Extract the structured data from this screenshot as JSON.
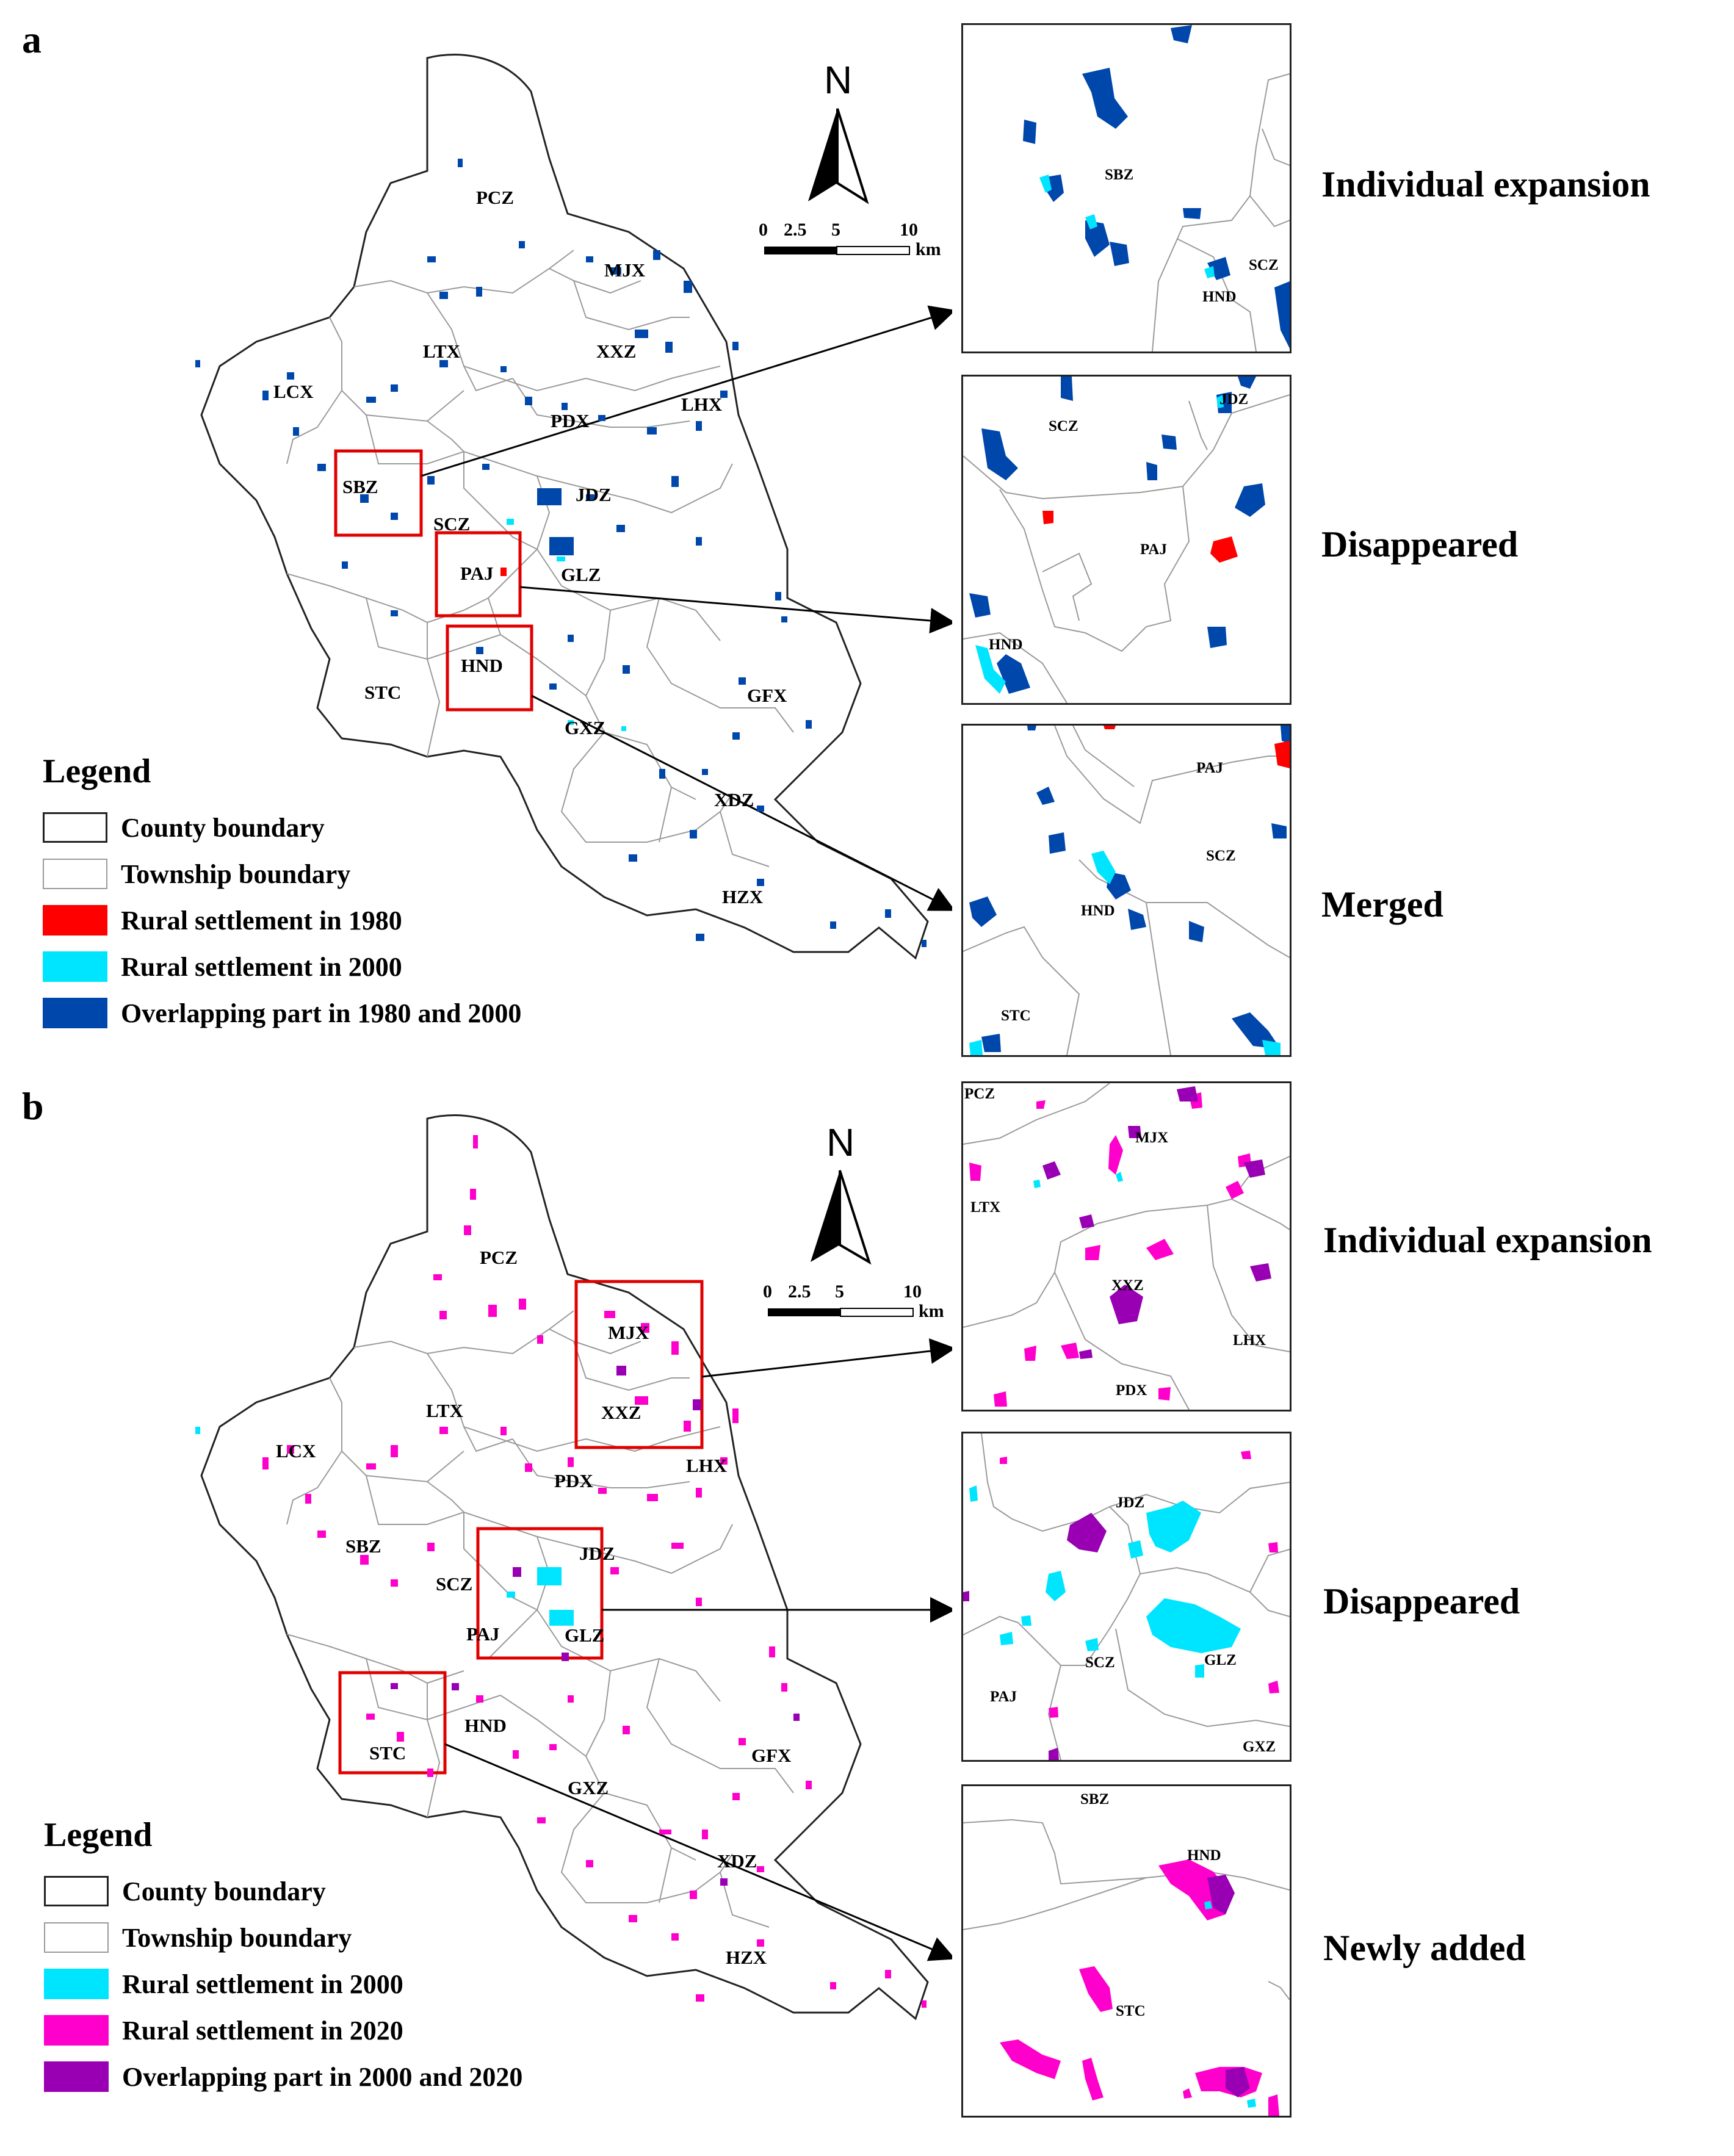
{
  "colors": {
    "rural_1980": "#ff0000",
    "rural_2000": "#00e5ff",
    "overlap_1980_2000": "#0047ab",
    "rural_2020": "#ff00cc",
    "overlap_2000_2020": "#9900b3",
    "township_boundary": "#9a9a9a",
    "county_boundary": "#222222",
    "highlight_box": "#e00000"
  },
  "north_arrow": {
    "label": "N",
    "icon": "north-arrow-icon"
  },
  "scale_bar": {
    "ticks": [
      "0",
      "2.5",
      "5",
      "10"
    ],
    "unit": "km"
  },
  "panels": [
    {
      "letter": "a",
      "townships": [
        "PCZ",
        "MJX",
        "LTX",
        "XXZ",
        "LCX",
        "LHX",
        "PDX",
        "SBZ",
        "JDZ",
        "SCZ",
        "PAJ",
        "GLZ",
        "STC",
        "HND",
        "GFX",
        "GXZ",
        "XDZ",
        "HZX"
      ],
      "legend": {
        "title": "Legend",
        "items": [
          {
            "label": "County boundary",
            "swatch": "county"
          },
          {
            "label": "Township boundary",
            "swatch": "township"
          },
          {
            "label": "Rural settlement in 1980",
            "swatch": "rural_1980"
          },
          {
            "label": "Rural settlement in 2000",
            "swatch": "rural_2000"
          },
          {
            "label": "Overlapping part in 1980 and 2000",
            "swatch": "overlap_1980_2000"
          }
        ]
      },
      "highlight_boxes": [
        "SBZ",
        "PAJ",
        "HND"
      ],
      "insets": [
        {
          "caption": "Individual expansion",
          "labels": [
            "SBZ",
            "SCZ",
            "HND"
          ]
        },
        {
          "caption": "Disappeared",
          "labels": [
            "SCZ",
            "JDZ",
            "PAJ",
            "HND"
          ]
        },
        {
          "caption": "Merged",
          "labels": [
            "PAJ",
            "SCZ",
            "HND",
            "STC"
          ]
        }
      ]
    },
    {
      "letter": "b",
      "townships": [
        "PCZ",
        "MJX",
        "LTX",
        "XXZ",
        "LCX",
        "LHX",
        "PDX",
        "SBZ",
        "JDZ",
        "SCZ",
        "PAJ",
        "GLZ",
        "STC",
        "HND",
        "GFX",
        "GXZ",
        "XDZ",
        "HZX"
      ],
      "legend": {
        "title": "Legend",
        "items": [
          {
            "label": "County boundary",
            "swatch": "county"
          },
          {
            "label": "Township boundary",
            "swatch": "township"
          },
          {
            "label": "Rural settlement in 2000",
            "swatch": "rural_2000"
          },
          {
            "label": "Rural settlement in 2020",
            "swatch": "rural_2020"
          },
          {
            "label": "Overlapping part in 2000 and 2020",
            "swatch": "overlap_2000_2020"
          }
        ]
      },
      "highlight_boxes": [
        "MJX-XXZ",
        "JDZ-GLZ",
        "STC"
      ],
      "insets": [
        {
          "caption": "Individual expansion",
          "labels": [
            "PCZ",
            "MJX",
            "LTX",
            "XXZ",
            "LHX",
            "PDX"
          ]
        },
        {
          "caption": "Disappeared",
          "labels": [
            "JDZ",
            "SCZ",
            "GLZ",
            "PAJ",
            "GXZ"
          ]
        },
        {
          "caption": "Newly added",
          "labels": [
            "SBZ",
            "HND",
            "STC"
          ]
        }
      ]
    }
  ]
}
